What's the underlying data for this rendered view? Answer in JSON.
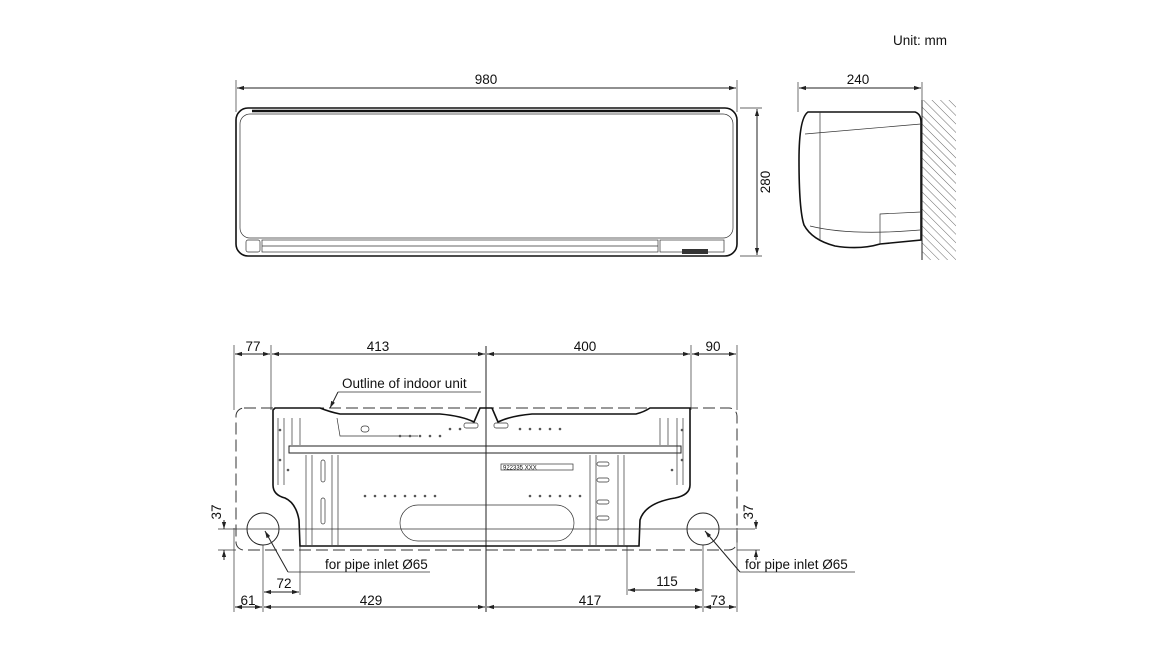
{
  "unit_label": "Unit: mm",
  "front_view": {
    "width": "980",
    "height": "280"
  },
  "side_view": {
    "depth": "240"
  },
  "installation_plate": {
    "top_dims": [
      "77",
      "413",
      "400",
      "90"
    ],
    "bottom_dims": [
      "61",
      "429",
      "417",
      "73"
    ],
    "left_offset": "72",
    "right_offset": "115",
    "left_height": "37",
    "right_height": "37",
    "outline_label": "Outline of indoor unit",
    "pipe_inlet_left": "for pipe inlet Ø65",
    "pipe_inlet_right": "for pipe inlet Ø65",
    "plate_code": "922335 XXX"
  }
}
